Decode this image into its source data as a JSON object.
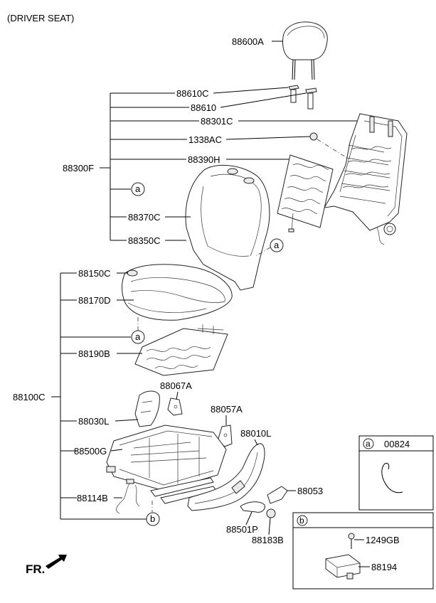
{
  "title": "(DRIVER SEAT)",
  "front_marker": "FR.",
  "parts": {
    "headrest": "88600A",
    "guide_a": "88610C",
    "guide_b": "88610",
    "back_frame": "88301C",
    "nut": "1338AC",
    "back_heater": "88390H",
    "back_assy": "88300F",
    "back_cover": "88370C",
    "back_pad": "88350C",
    "cushion_cover": "88150C",
    "cushion_pad": "88170D",
    "cushion_heater": "88190B",
    "cushion_assy": "88100C",
    "bracket_a": "88067A",
    "shield_inner": "88030L",
    "bracket_b": "88057A",
    "track": "88500G",
    "shield_outer": "88010L",
    "knob": "88053",
    "harness": "88114B",
    "lever": "88501P",
    "cap": "88183B"
  },
  "callouts": {
    "a": "a",
    "b": "b"
  },
  "inset_a": {
    "marker": "a",
    "part": "00824"
  },
  "inset_b": {
    "marker": "b",
    "screw": "1249GB",
    "module": "88194"
  }
}
